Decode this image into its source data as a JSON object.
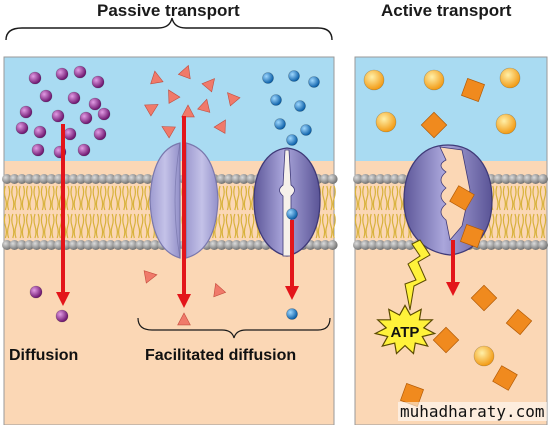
{
  "headings": {
    "passive": "Passive transport",
    "active": "Active transport"
  },
  "labels": {
    "diffusion": "Diffusion",
    "facilitated": "Facilitated diffusion",
    "atp": "ATP"
  },
  "watermark": "muhadharaty.com",
  "colors": {
    "extracellular": "#a9dbf2",
    "cytoplasm": "#fbd7b5",
    "lipid_head": "#8a8a8a",
    "lipid_tail": "#d8b23c",
    "channel_protein": "#b3b1dc",
    "carrier_protein": "#7d77b8",
    "arrow": "#e3151a",
    "purple_molecule": "#8a2a8c",
    "pink_triangle": "#f07a6a",
    "blue_molecule": "#1a88d2",
    "orange_diamond": "#f08a1e",
    "orange_sphere": "#f6ad2c",
    "atp_burst": "#fff23a"
  }
}
